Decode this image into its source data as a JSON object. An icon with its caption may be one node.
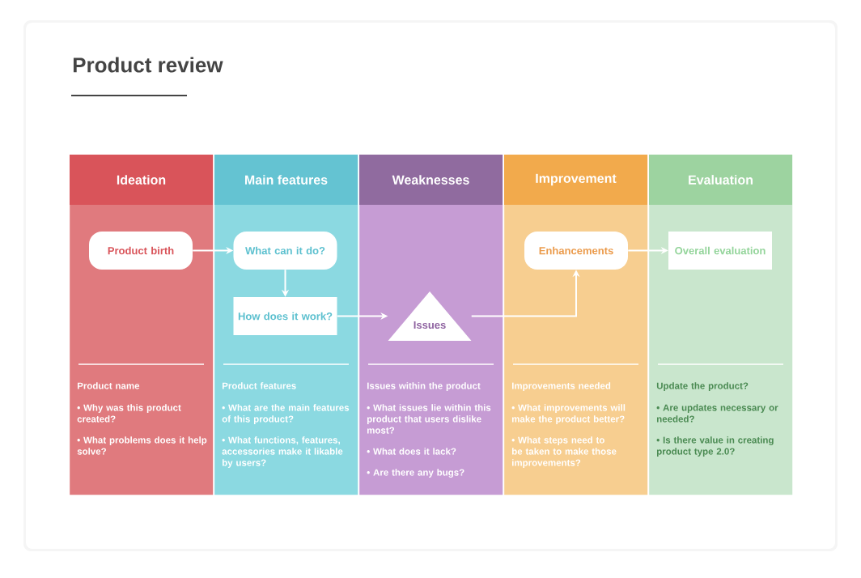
{
  "diagram": {
    "title": "Product review",
    "nodes": [
      {
        "text": [
          "Ideation",
          "Product name",
          "• Why was this product created?",
          "• What problems does it help solve?"
        ]
      },
      {
        "text": [
          "Product birth"
        ],
        "in": 0
      },
      {
        "text": [
          "Main features",
          "Product features",
          "• What are the main features of this product?",
          "• What functions, features, accessories make it likable by users?"
        ]
      },
      {
        "text": [
          "What can it do?"
        ],
        "in": 2
      },
      {
        "text": [
          "How does it work?"
        ],
        "in": 2
      },
      {
        "text": [
          "Weaknesses",
          "Issues within the product",
          "• What issues lie within this product that users dislike most?",
          "• What does it lack?",
          "• Are there any bugs?"
        ]
      },
      {
        "text": [
          "Issues"
        ],
        "in": 5
      },
      {
        "text": [
          "Improvement",
          "Improvements needed",
          "• What improvements will make the product better?",
          "• What steps need to be taken to make those improvements?"
        ]
      },
      {
        "text": [
          "Enhancements"
        ],
        "in": 7
      },
      {
        "text": [
          "Evaluation",
          "Update the product?",
          "• Are updates necessary or needed?",
          "• Is there value in creating product type 2.0?"
        ]
      },
      {
        "text": [
          "Overall evaluation"
        ],
        "in": 9
      }
    ],
    "edges": [
      {
        "from": 1,
        "to": 3,
        "arrow": "to"
      },
      {
        "from": 3,
        "to": 4,
        "arrow": "to"
      },
      {
        "from": 4,
        "to": 6,
        "arrow": "to"
      },
      {
        "from": 6,
        "to": 8,
        "arrow": "to"
      },
      {
        "from": 8,
        "to": 10,
        "arrow": "to"
      }
    ]
  }
}
